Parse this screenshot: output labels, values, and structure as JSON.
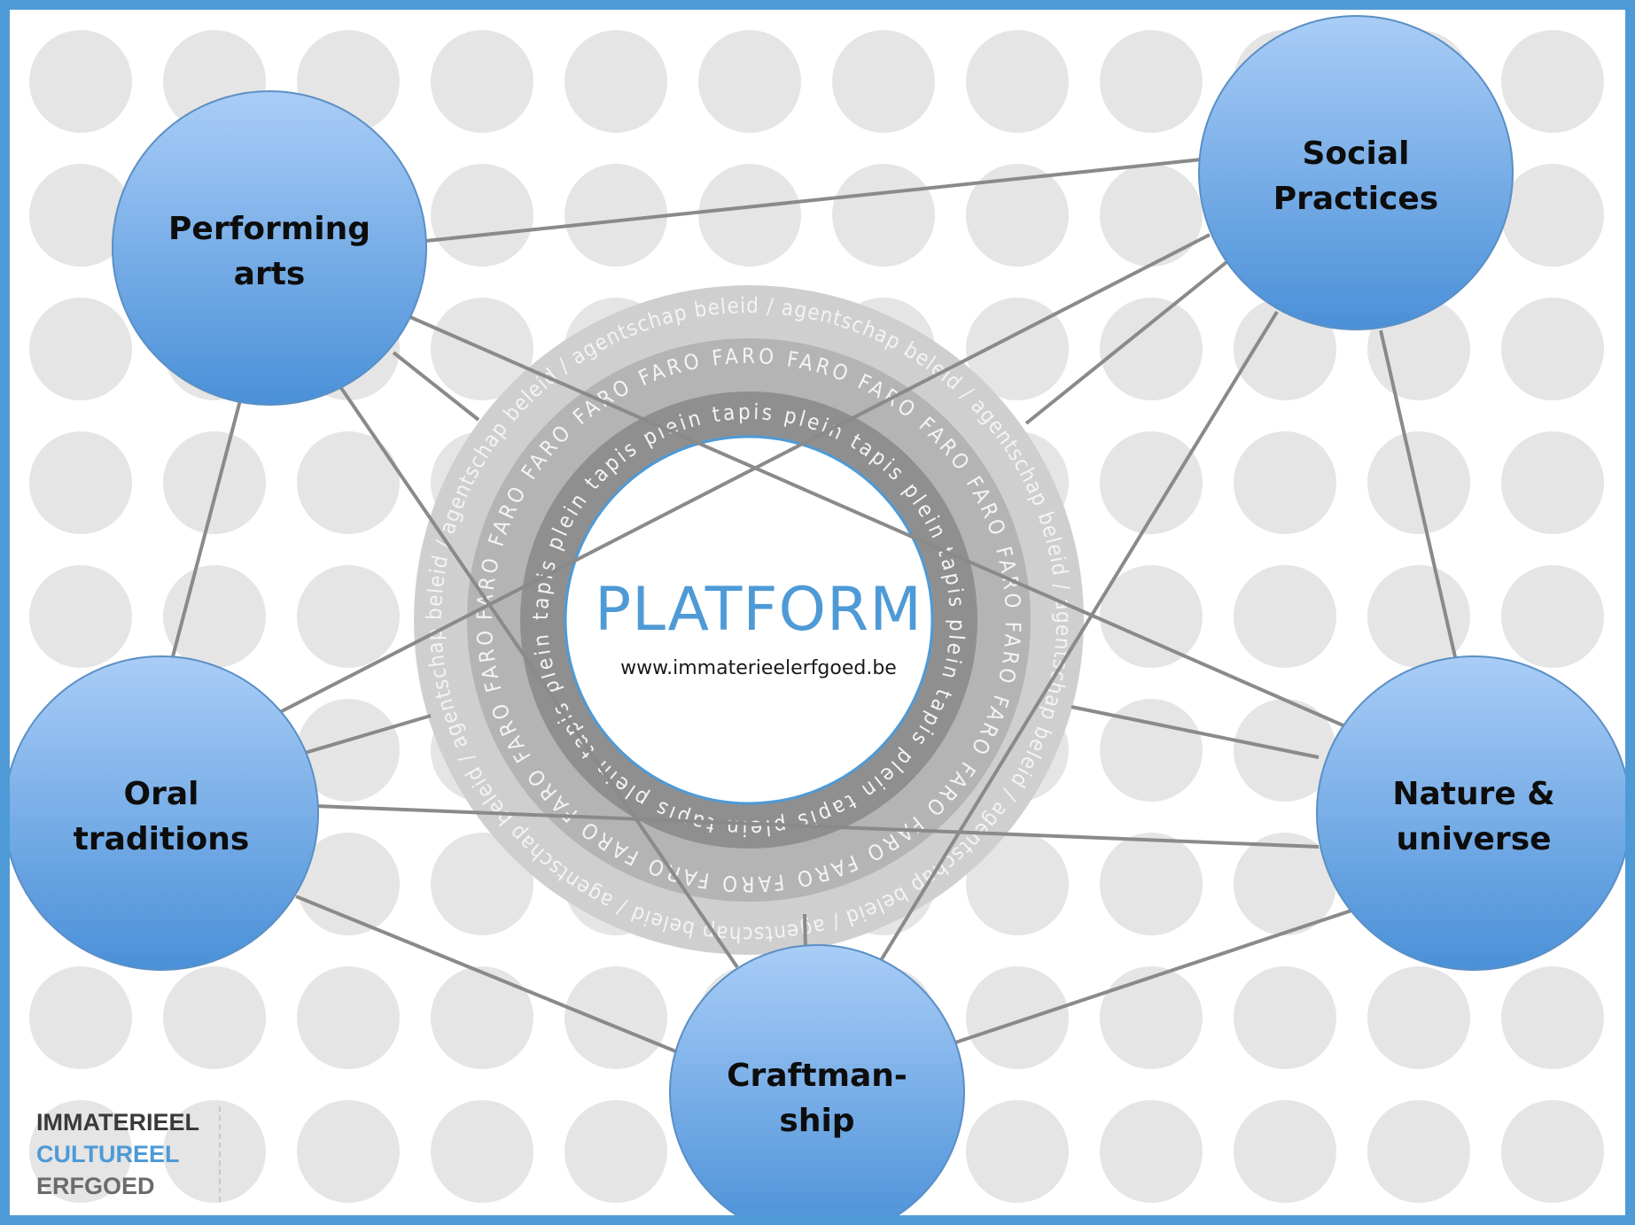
{
  "nodes": [
    {
      "id": "performing",
      "label": "Performing\narts"
    },
    {
      "id": "social",
      "label": "Social\nPractices"
    },
    {
      "id": "oral",
      "label": "Oral\ntraditions"
    },
    {
      "id": "nature",
      "label": "Nature &\nuniverse"
    },
    {
      "id": "craft",
      "label": "Craftman-\nship"
    }
  ],
  "center": {
    "title": "PLATFORM",
    "url": "www.immaterieelerfgoed.be",
    "ring_outer_text": "beleid / agentschap",
    "ring_middle_text": "FARO",
    "ring_inner_text": "tapis plein"
  },
  "logo": {
    "line1": "IMMATERIEEL",
    "line2": "CULTUREEL",
    "line3": "ERFGOED"
  },
  "colors": {
    "frame": "#4e9ad6",
    "node_top": "#a9cdf7",
    "node_bottom": "#4a90d8",
    "connector": "#8a8a8a",
    "dots": "#e5e5e5"
  }
}
